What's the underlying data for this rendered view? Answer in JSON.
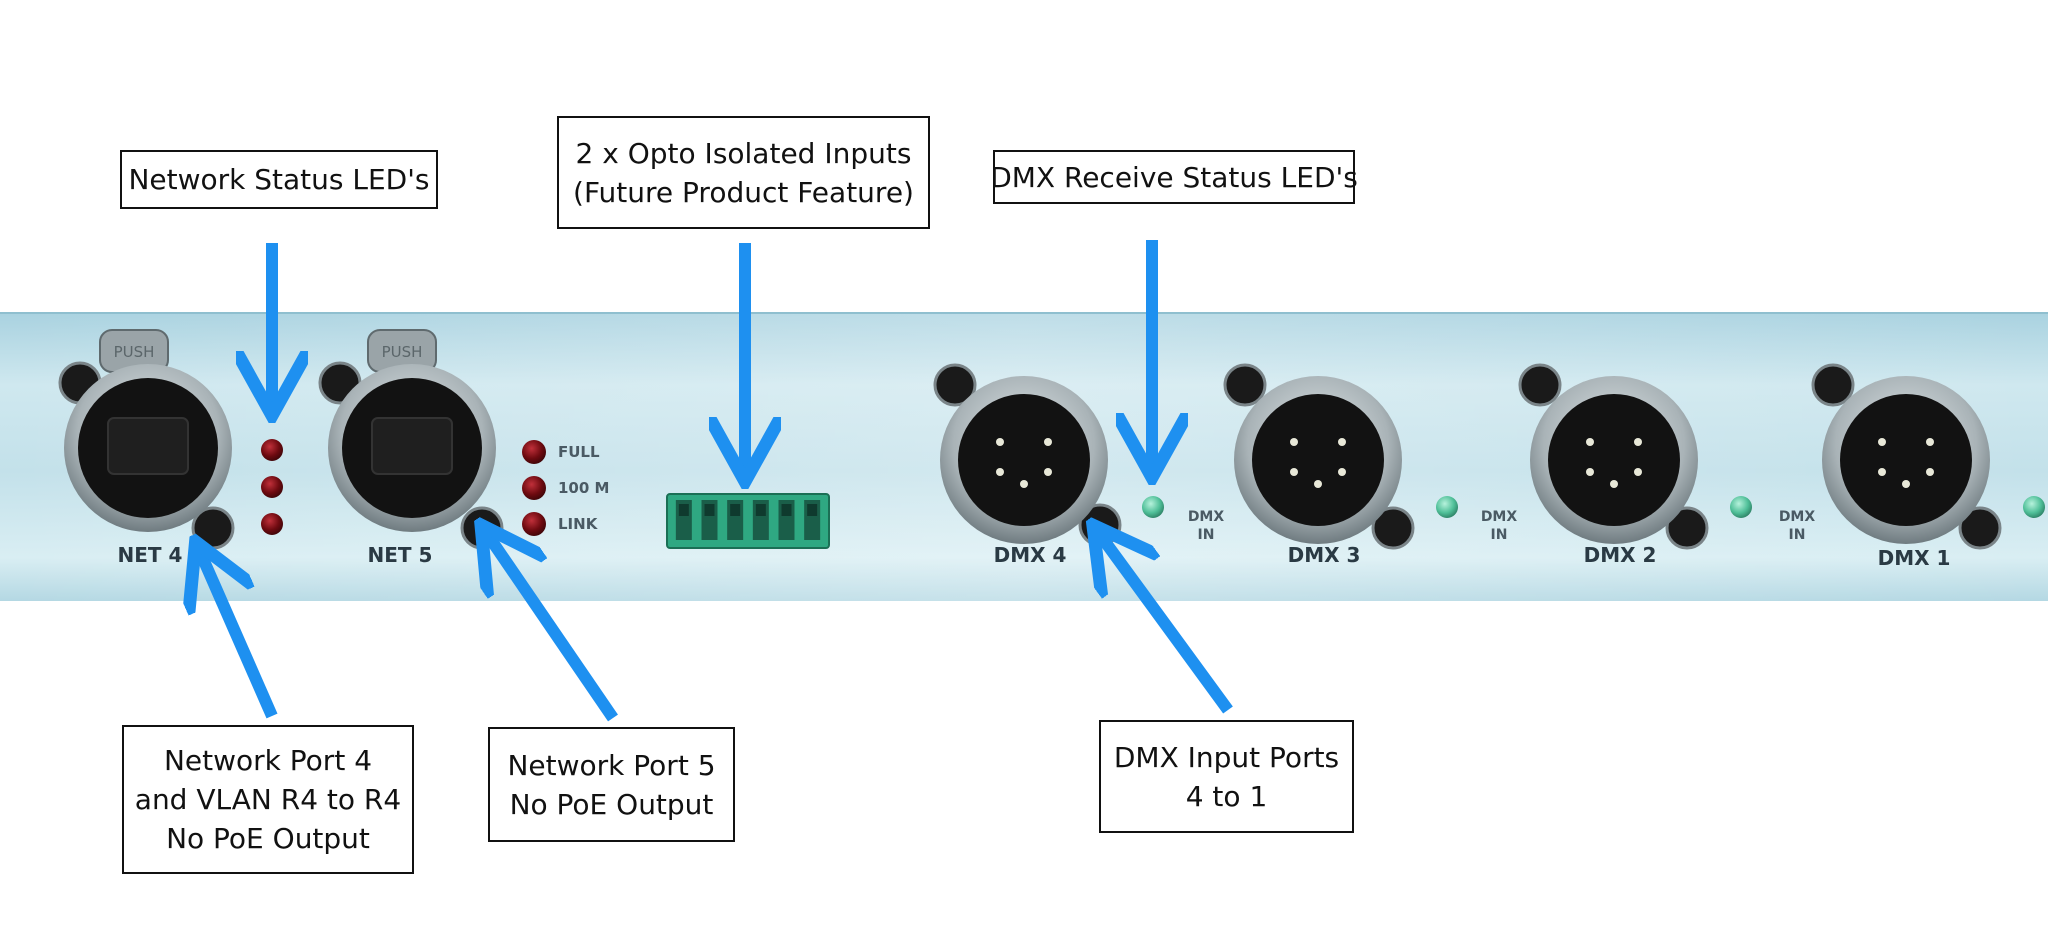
{
  "colors": {
    "arrow": "#1e90f0",
    "panel": "#bfe0ea",
    "connector_ring": "#b8c2c6",
    "connector_body": "#121212",
    "led_red": "#6e0a10",
    "led_green": "#4fbf98",
    "terminal_block": "#2fa882",
    "panel_text": "#2a3a44"
  },
  "panel": {
    "net_ports": [
      {
        "label": "NET 4",
        "push": "PUSH"
      },
      {
        "label": "NET 5",
        "push": "PUSH"
      }
    ],
    "net_status_leds": [
      {
        "label": "FULL"
      },
      {
        "label": "100 M"
      },
      {
        "label": "LINK"
      }
    ],
    "terminal_block_pins": 6,
    "dmx_ports": [
      {
        "label": "DMX 4",
        "led_label_1": "DMX",
        "led_label_2": "IN"
      },
      {
        "label": "DMX 3",
        "led_label_1": "DMX",
        "led_label_2": "IN"
      },
      {
        "label": "DMX 2",
        "led_label_1": "DMX",
        "led_label_2": "IN"
      },
      {
        "label": "DMX 1"
      }
    ]
  },
  "callouts": {
    "network_status_leds": {
      "line1": "Network Status LED's"
    },
    "opto_inputs": {
      "line1": "2 x Opto Isolated Inputs",
      "line2": "(Future Product Feature)"
    },
    "dmx_receive_leds": {
      "line1": "DMX Receive Status LED's"
    },
    "network_port_4": {
      "line1": "Network Port 4",
      "line2": "and VLAN R4 to R4",
      "line3": "No PoE Output"
    },
    "network_port_5": {
      "line1": "Network Port 5",
      "line2": "No PoE Output"
    },
    "dmx_input_ports": {
      "line1": "DMX Input Ports",
      "line2": "4 to 1"
    }
  }
}
